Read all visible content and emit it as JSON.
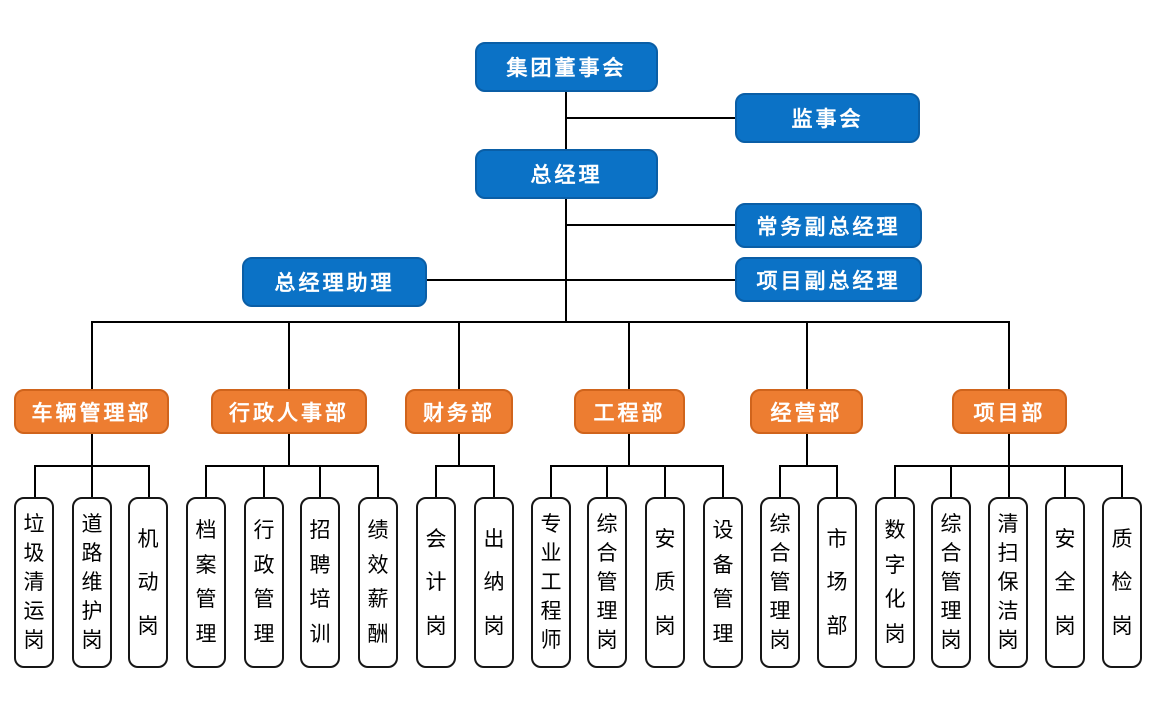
{
  "colors": {
    "blue_fill": "#0b72c6",
    "blue_border": "#0a5ea6",
    "orange_fill": "#ed7d31",
    "orange_border": "#d0641c",
    "line": "#000000",
    "leaf_border": "#161616",
    "leaf_bg": "#ffffff",
    "box_text": "#ffffff",
    "leaf_text": "#000000",
    "page_bg": "#ffffff"
  },
  "top": {
    "board": "集团董事会",
    "supervisory": "监事会",
    "gm": "总经理",
    "exec_deputy_gm": "常务副总经理",
    "gm_assistant": "总经理助理",
    "project_deputy_gm": "项目副总经理"
  },
  "departments": [
    {
      "label": "车辆管理部",
      "positions": [
        "垃圾清运岗",
        "道路维护岗",
        "机动岗"
      ]
    },
    {
      "label": "行政人事部",
      "positions": [
        "档案管理",
        "行政管理",
        "招聘培训",
        "绩效薪酬"
      ]
    },
    {
      "label": "财务部",
      "positions": [
        "会计岗",
        "出纳岗"
      ]
    },
    {
      "label": "工程部",
      "positions": [
        "专业工程师",
        "综合管理岗",
        "安质岗",
        "设备管理"
      ]
    },
    {
      "label": "经营部",
      "positions": [
        "综合管理岗",
        "市场部"
      ]
    },
    {
      "label": "项目部",
      "positions": [
        "数字化岗",
        "综合管理岗",
        "清扫保洁岗",
        "安全岗",
        "质检岗"
      ]
    }
  ]
}
